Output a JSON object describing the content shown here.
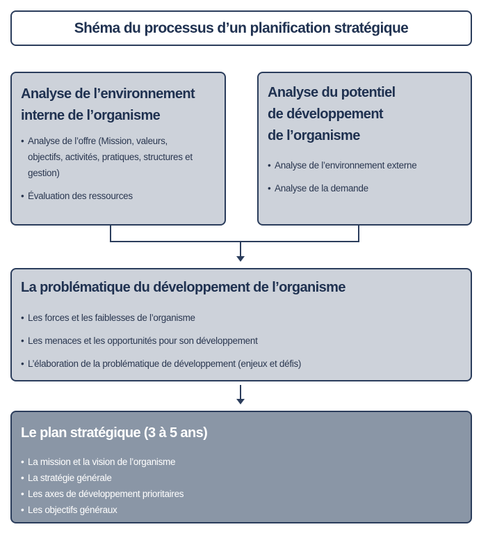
{
  "title": "Shéma du processus d’un planification stratégique",
  "box_internal": {
    "heading_lines": [
      "Analyse de l’environnement",
      "interne de l’organisme"
    ],
    "items": [
      [
        "Analyse de l’offre (Mission, valeurs,",
        "objectifs, activités, pratiques, structures et",
        "gestion)"
      ],
      [
        "Évaluation des ressources"
      ]
    ]
  },
  "box_potential": {
    "heading_lines": [
      "Analyse du potentiel",
      "de développement",
      "de l’organisme"
    ],
    "items": [
      [
        "Analyse de l’environnement externe"
      ],
      [
        "Analyse de la demande"
      ]
    ]
  },
  "box_problem": {
    "heading": "La problématique du développement de l’organisme",
    "items": [
      "Les forces et les faiblesses de l’organisme",
      "Les menaces et les opportunités pour son développement",
      "L’élaboration de la problématique de développement (enjeux et défis)"
    ]
  },
  "box_plan": {
    "heading": "Le plan stratégique (3 à 5 ans)",
    "items": [
      "La mission et la vision de l’organisme",
      "La stratégie générale",
      "Les axes de développement prioritaires",
      "Les objectifs généraux"
    ]
  },
  "colors": {
    "border": "#2b3d5c",
    "box_fill": "#cdd2da",
    "plan_fill": "#8a96a6",
    "text": "#1f3150"
  }
}
